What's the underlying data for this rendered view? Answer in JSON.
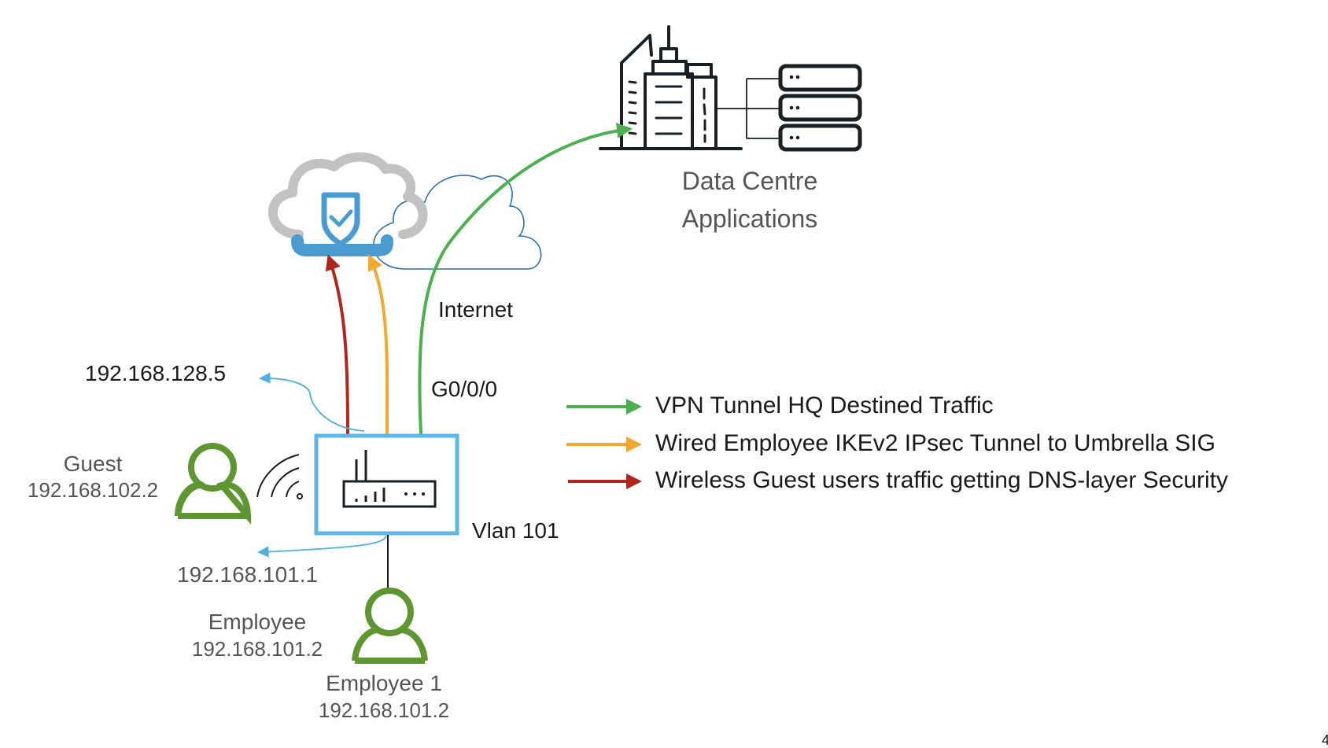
{
  "diagram": {
    "cloud_internet": {
      "label": "Internet"
    },
    "umbrella_cloud": {
      "icon": "shield-check-icon"
    },
    "data_centre": {
      "line1": "Data Centre",
      "line2": "Applications",
      "server_count": 3
    },
    "router": {
      "uplink_interface": "G0/0/0",
      "vlan_label": "Vlan 101"
    },
    "ips": {
      "uplink_ip": "192.168.128.5",
      "vlan_gateway_ip": "192.168.101.1"
    },
    "users": [
      {
        "name": "Guest",
        "ip": "192.168.102.2",
        "connection": "wireless"
      },
      {
        "name": "Employee",
        "ip": "192.168.101.2",
        "connection": "label"
      },
      {
        "name": "Employee 1",
        "ip": "192.168.101.2",
        "connection": "wired"
      }
    ],
    "page_number_fragment": "4"
  },
  "legend": [
    {
      "label": "VPN Tunnel HQ Destined Traffic",
      "color": "#4caf50"
    },
    {
      "label": "Wired Employee IKEv2 IPsec Tunnel to Umbrella SIG",
      "color": "#f0a830"
    },
    {
      "label": "Wireless Guest users traffic getting DNS-layer Security",
      "color": "#b0261e"
    }
  ],
  "colors": {
    "router_border": "#5bb8e4",
    "user_icon": "#5e9732",
    "umbrella_cloud": "#c0c0c0",
    "umbrella_accent": "#4a9bd0",
    "internet_cloud": "#2f6db3",
    "ip_arrow": "#4fb0e0",
    "icon_stroke": "#1a1f24"
  }
}
